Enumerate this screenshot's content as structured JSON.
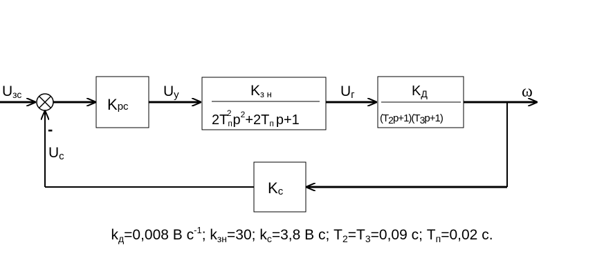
{
  "signals": {
    "input": "U",
    "input_sub": "зс",
    "u_y": "U",
    "u_y_sub": "у",
    "u_g": "U",
    "u_g_sub": "г",
    "output": "ω",
    "minus": "-",
    "u_c": "U",
    "u_c_sub": "с"
  },
  "blocks": {
    "controller": {
      "main": "K",
      "sub": "рс"
    },
    "converter": {
      "numerator": "K",
      "numerator_sub": "з н",
      "den_a": "2T",
      "den_a_sub": "п",
      "den_a_sup": "2",
      "den_b": "p",
      "den_b_sup": "2",
      "den_c": "+2T",
      "den_c_sub": "п",
      "den_d": "p+1"
    },
    "motor": {
      "numerator": "K",
      "numerator_sub": "Д",
      "den_a": "(T",
      "den_a_sub": "2",
      "den_b": "p+1)(T",
      "den_b_sub": "3",
      "den_c": "p+1)"
    },
    "feedback": {
      "main": "K",
      "sub": "с"
    }
  },
  "params": {
    "k_d": "k",
    "k_d_sub": "д",
    "k_d_val": "=0,008 В с",
    "k_d_sup": "-1",
    "sep1": "; k",
    "k_zn_sub": "зн",
    "k_zn_val": "=30; k",
    "k_c_sub": "с",
    "k_c_val": "=3,8 В с; T",
    "t2_sub": "2",
    "t2_eq": "=T",
    "t3_sub": "3",
    "t3_val": "=0,09 с; T",
    "tp_sub": "п",
    "tp_val": "=0,02 с."
  }
}
